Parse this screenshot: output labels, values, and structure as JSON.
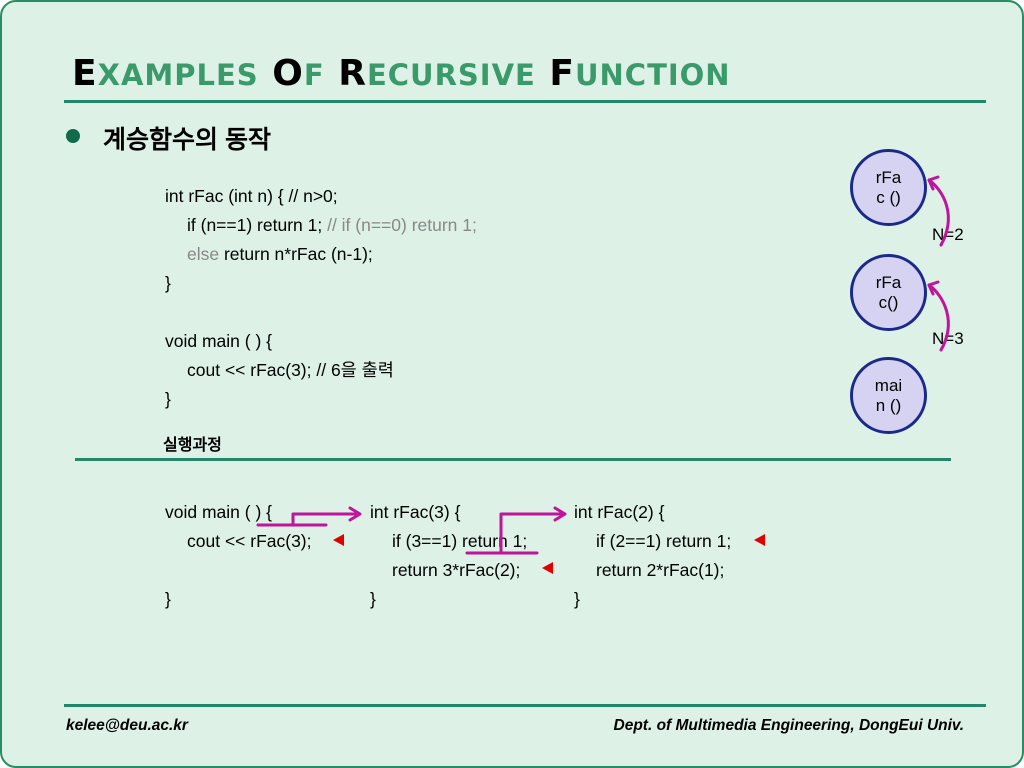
{
  "title": {
    "w1_cap": "E",
    "w1_rest": "XAMPLES",
    "w2_cap": "O",
    "w2_rest": "F",
    "w3_cap": "R",
    "w3_rest": "ECURSIVE",
    "w4_cap": "F",
    "w4_rest": "UNCTION"
  },
  "bullet": "계승함수의 동작",
  "code_def": {
    "line1": "int rFac (int n) { // n>0;",
    "line2_a": "if (n==1) return 1; ",
    "line2_b": "// if (n==0) return 1;",
    "line3_a": "else",
    "line3_b": " return n*rFac (n-1);",
    "line4": "}",
    "line6": "void main ( ) {",
    "line7": "cout << rFac(3); // 6을 출력",
    "line8": "}"
  },
  "exec_label": "실행과정",
  "trace": {
    "main": [
      "void main ( ) {",
      "cout << rFac(3);",
      "}"
    ],
    "rfac3": [
      "int rFac(3) {",
      "if (3==1) return 1;",
      "return 3*rFac(2);",
      "}"
    ],
    "rfac2": [
      "int rFac(2) {",
      "if (2==1) return 1;",
      "return 2*rFac(1);",
      "}"
    ]
  },
  "stack": {
    "top_node": [
      "rFa",
      "c ()"
    ],
    "mid_node": [
      "rFa",
      "c()"
    ],
    "bottom_node": [
      "mai",
      "n ()"
    ],
    "n2": "N=2",
    "n3": "N=3"
  },
  "colors": {
    "slide_bg": "#ddf1e7",
    "rule": "#23876a",
    "arrow": "#c0149c",
    "return_marker": "#e00000",
    "node_fill": "#d6d3f2",
    "node_border": "#1b2a8a"
  },
  "footer": {
    "left": "kelee@deu.ac.kr",
    "right": "Dept. of Multimedia Engineering, DongEui Univ."
  }
}
